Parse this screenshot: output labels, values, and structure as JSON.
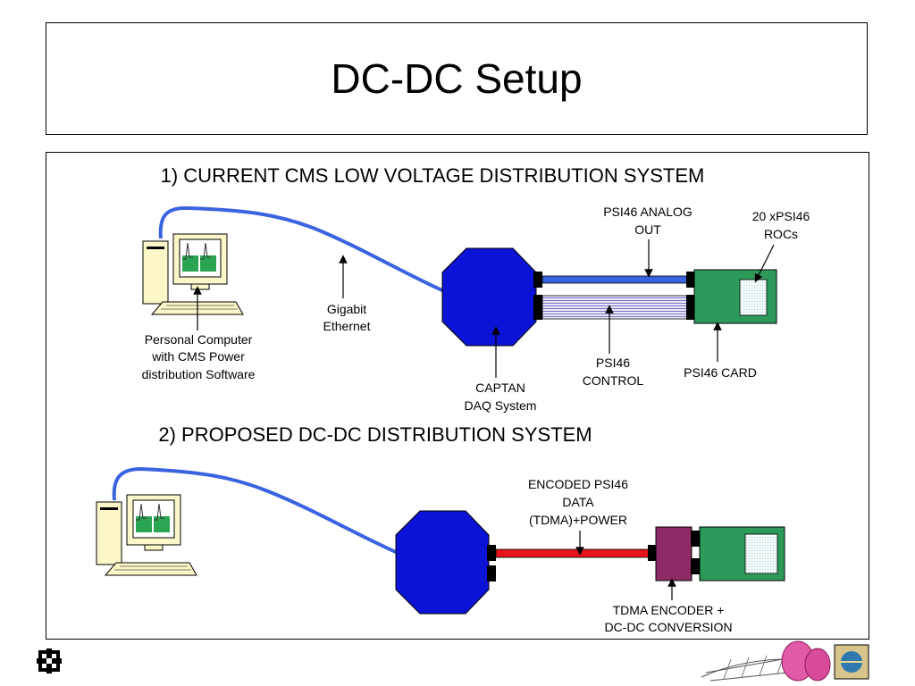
{
  "slide": {
    "title": "DC-DC Setup"
  },
  "section1": {
    "heading": "1) CURRENT CMS LOW VOLTAGE DISTRIBUTION SYSTEM",
    "labels": {
      "pc": [
        "Personal Computer",
        "with CMS Power",
        "distribution Software"
      ],
      "gigabit": [
        "Gigabit",
        "Ethernet"
      ],
      "captan": [
        "CAPTAN",
        "DAQ System"
      ],
      "analog_out": [
        "PSI46 ANALOG",
        "OUT"
      ],
      "control": [
        "PSI46",
        "CONTROL"
      ],
      "rocs": [
        "20 xPSI46",
        "ROCs"
      ],
      "card": [
        "PSI46 CARD"
      ]
    }
  },
  "section2": {
    "heading": "2) PROPOSED DC-DC DISTRIBUTION SYSTEM",
    "labels": {
      "encoded": [
        "ENCODED PSI46",
        "DATA",
        "(TDMA)+POWER"
      ],
      "encoder": [
        "TDMA ENCODER +",
        "DC-DC CONVERSION"
      ]
    }
  },
  "colors": {
    "octagon": "#0b14d6",
    "ethernet_cable": "#3a63e0",
    "psi_card": "#2e9a5a",
    "encoder_box": "#8e2b66",
    "red_cable": "#e5141a",
    "control_cable": "#c6c6ee",
    "monitor_bezel": "#fbf7c8"
  },
  "footer": {
    "logo_left": "fermilab-logo",
    "logo_right": "cms-logo"
  }
}
